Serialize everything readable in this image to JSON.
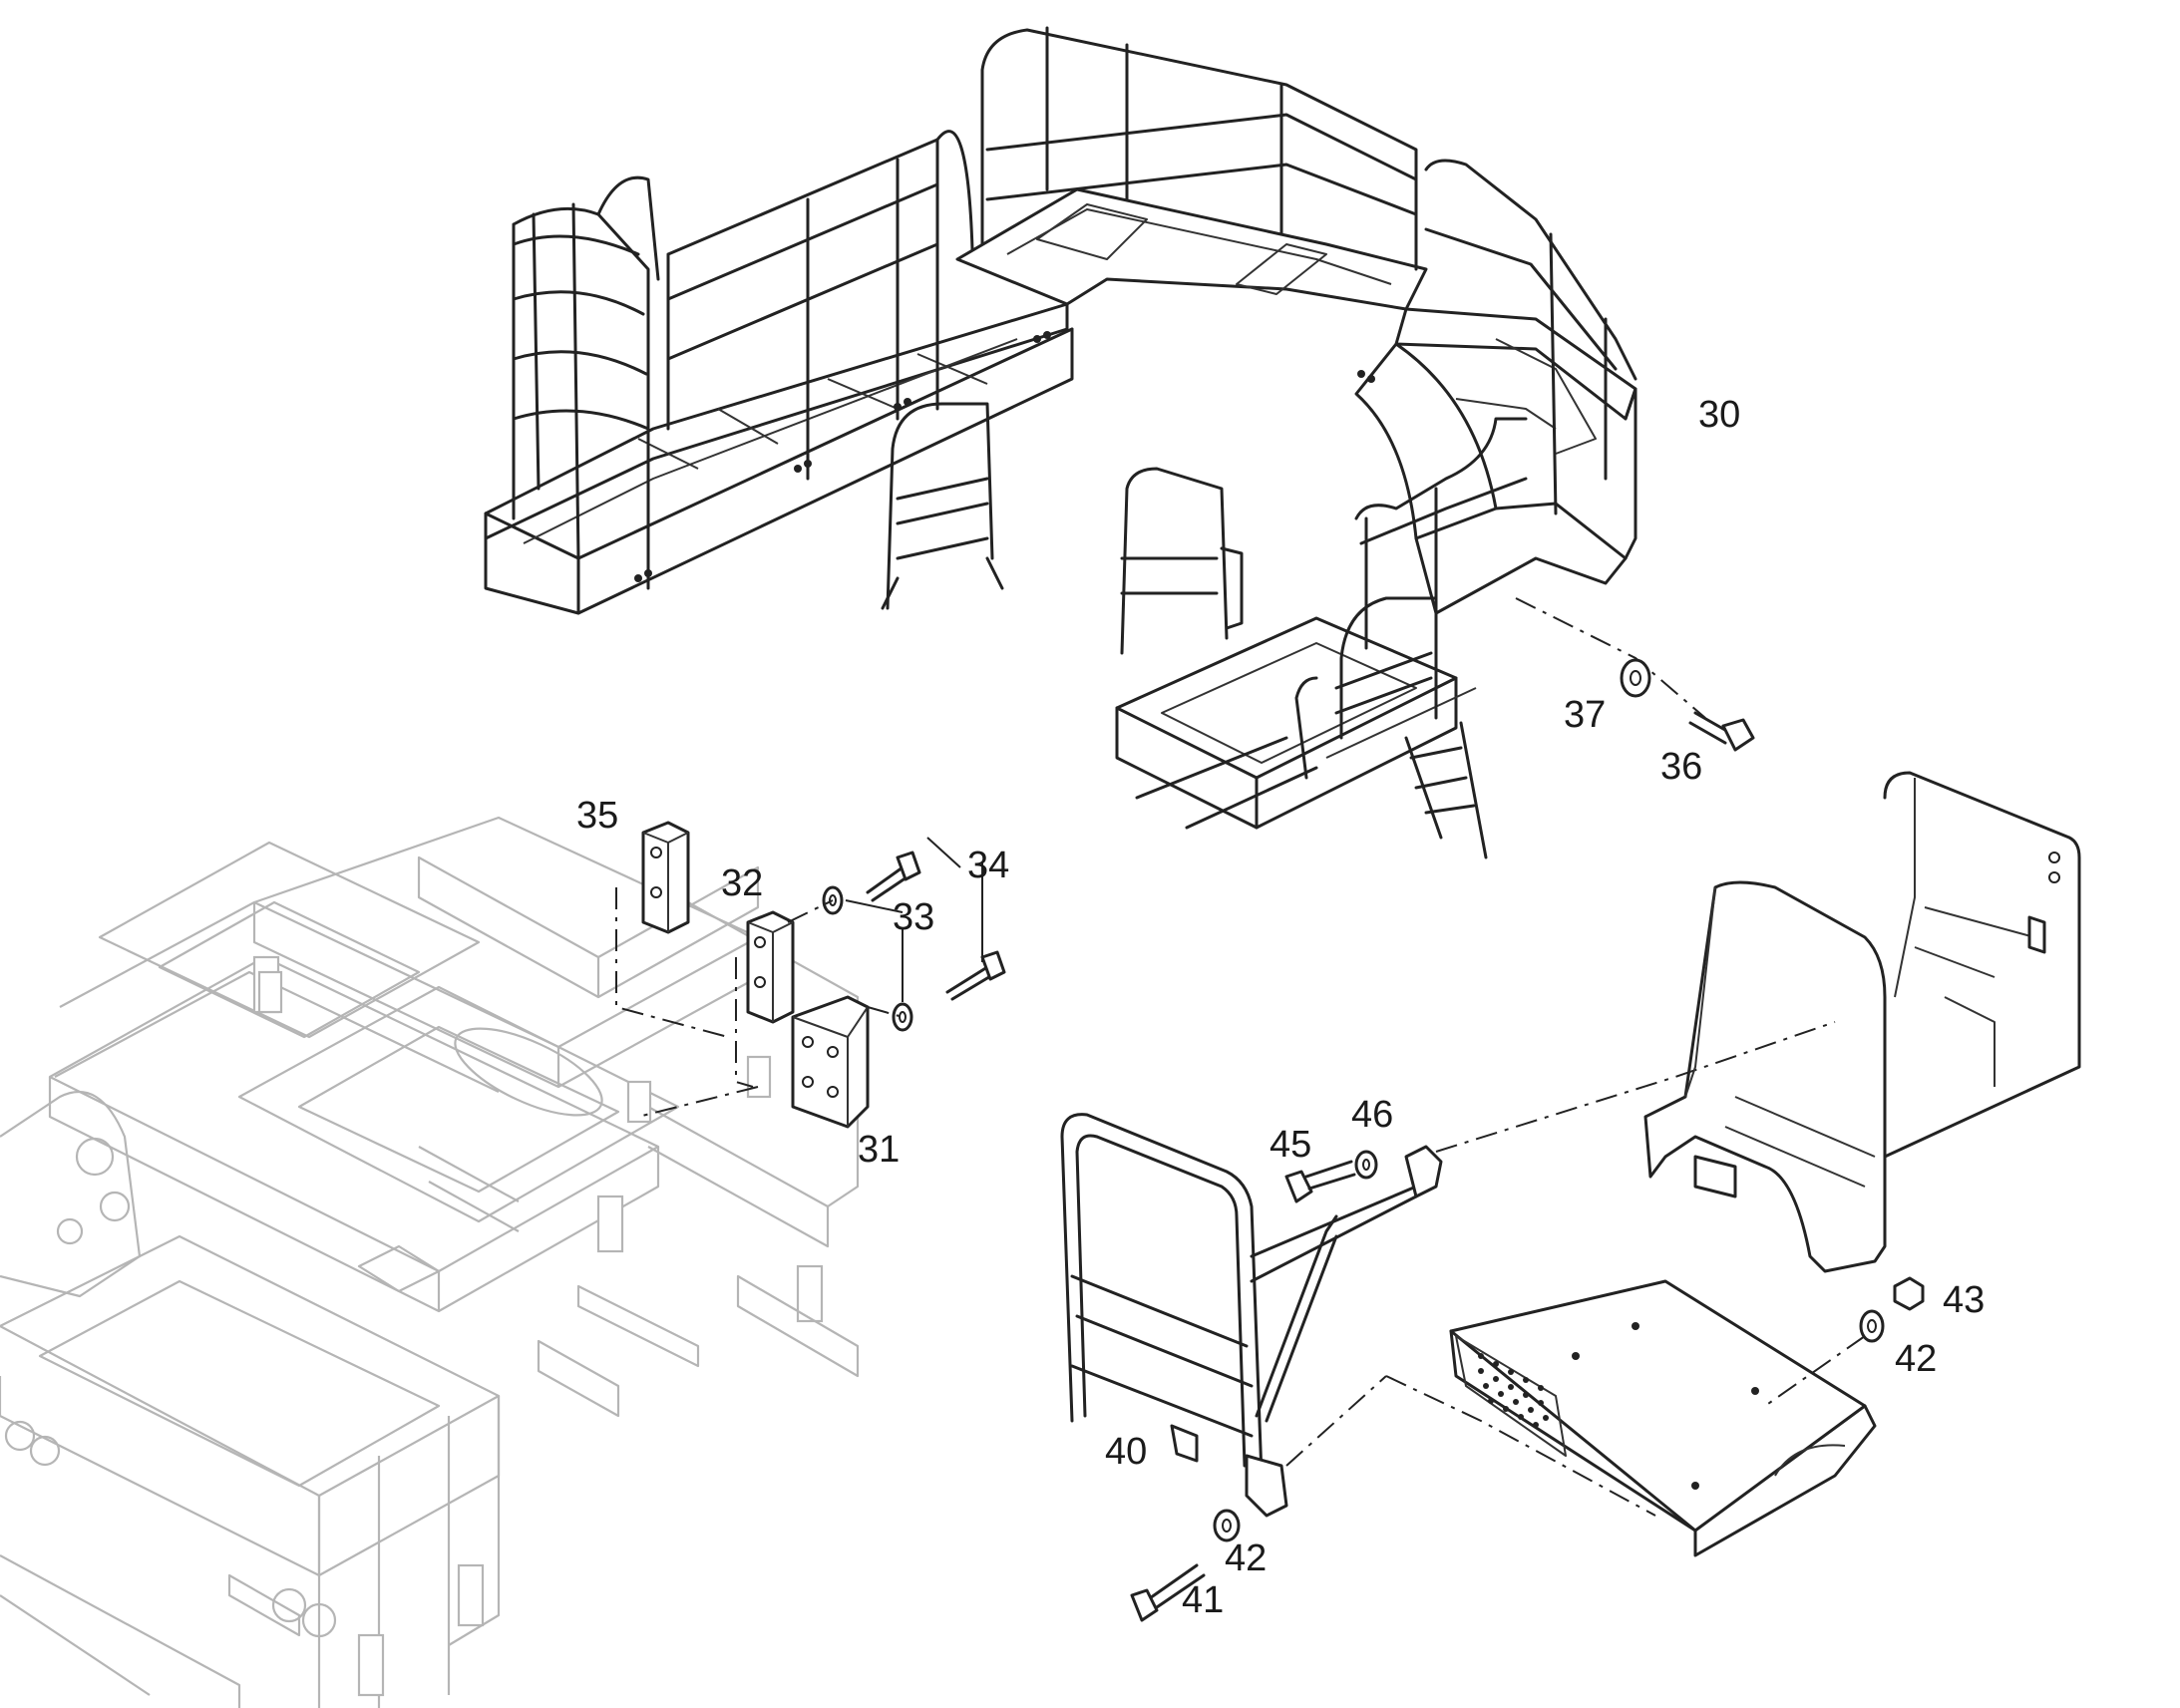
{
  "diagram": {
    "callouts": [
      {
        "id": "c30",
        "text": "30"
      },
      {
        "id": "c31",
        "text": "31"
      },
      {
        "id": "c32",
        "text": "32"
      },
      {
        "id": "c33",
        "text": "33"
      },
      {
        "id": "c34",
        "text": "34"
      },
      {
        "id": "c35",
        "text": "35"
      },
      {
        "id": "c36",
        "text": "36"
      },
      {
        "id": "c37",
        "text": "37"
      },
      {
        "id": "c40",
        "text": "40"
      },
      {
        "id": "c41",
        "text": "41"
      },
      {
        "id": "c42a",
        "text": "42"
      },
      {
        "id": "c42b",
        "text": "42"
      },
      {
        "id": "c43",
        "text": "43"
      },
      {
        "id": "c45",
        "text": "45"
      },
      {
        "id": "c46",
        "text": "46"
      }
    ],
    "colors": {
      "ink": "#222222",
      "ghost_frame": "#b5b5b5",
      "background": "#ffffff"
    }
  }
}
